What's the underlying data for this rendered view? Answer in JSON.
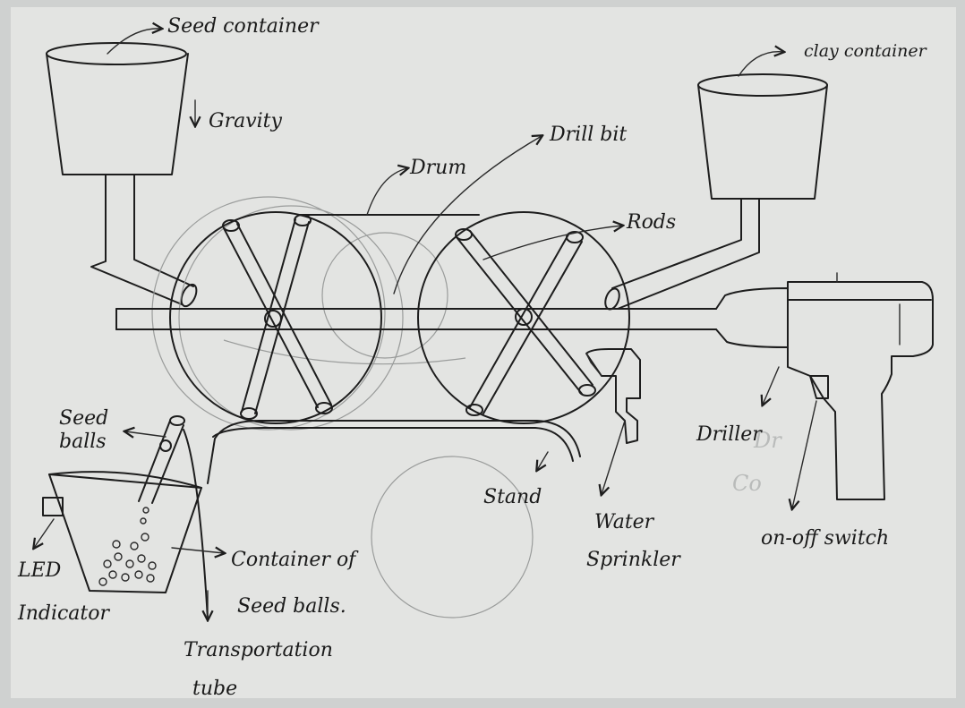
{
  "labels": {
    "seed_container": "Seed container",
    "gravity": "Gravity",
    "clay_container": "clay container",
    "drill_bit": "Drill bit",
    "drum": "Drum",
    "rods": "Rods",
    "seed_balls_line1": "Seed",
    "seed_balls_line2": "balls",
    "led_line1": "LED",
    "led_line2": "Indicator",
    "container_line1": "Container of",
    "container_line2": "Seed balls.",
    "transport_line1": "Transportation",
    "transport_line2": "tube",
    "stand": "Stand",
    "sprinkler_line1": "Water",
    "sprinkler_line2": "Sprinkler",
    "driller": "Driller",
    "switch": "on-off switch"
  },
  "ghost_text": {
    "line1": "Dr",
    "line2": "Co"
  },
  "colors": {
    "paper": "#e3e4e2",
    "ink": "#1d1d1d",
    "ghost": "#9a9c9b"
  }
}
